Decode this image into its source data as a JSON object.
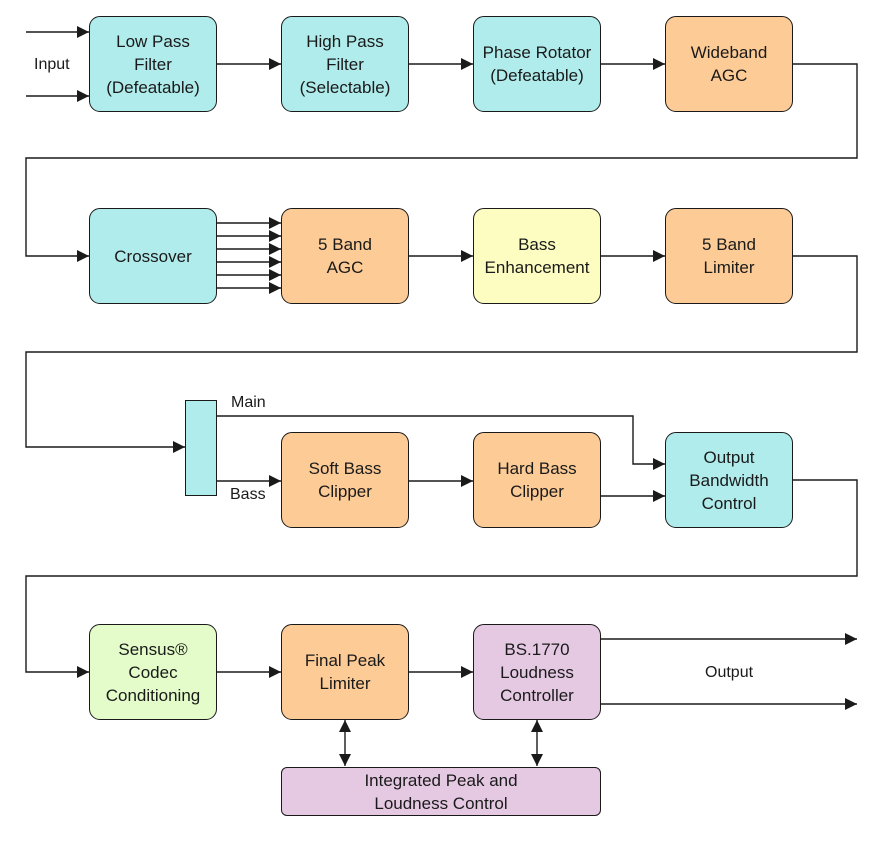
{
  "boxes": {
    "lpf": "Low Pass\nFilter\n(Defeatable)",
    "hpf": "High Pass\nFilter\n(Selectable)",
    "phase": "Phase Rotator\n(Defeatable)",
    "wagc": "Wideband\nAGC",
    "crossover": "Crossover",
    "agc5": "5 Band\nAGC",
    "bass_enh": "Bass\nEnhancement",
    "lim5": "5 Band\nLimiter",
    "soft_bass": "Soft Bass\nClipper",
    "hard_bass": "Hard Bass\nClipper",
    "obw": "Output\nBandwidth\nControl",
    "sensus": "Sensus®\nCodec\nConditioning",
    "final_peak": "Final Peak\nLimiter",
    "bs1770": "BS.1770\nLoudness\nController",
    "integrated": "Integrated Peak and\nLoudness Control"
  },
  "labels": {
    "input": "Input",
    "main": "Main",
    "bass": "Bass",
    "output": "Output"
  },
  "colors": {
    "cyan": "#b0ecec",
    "orange": "#fccb96",
    "yellow": "#fdfdc2",
    "green": "#e3fcc9",
    "pink": "#e5c9e3"
  }
}
